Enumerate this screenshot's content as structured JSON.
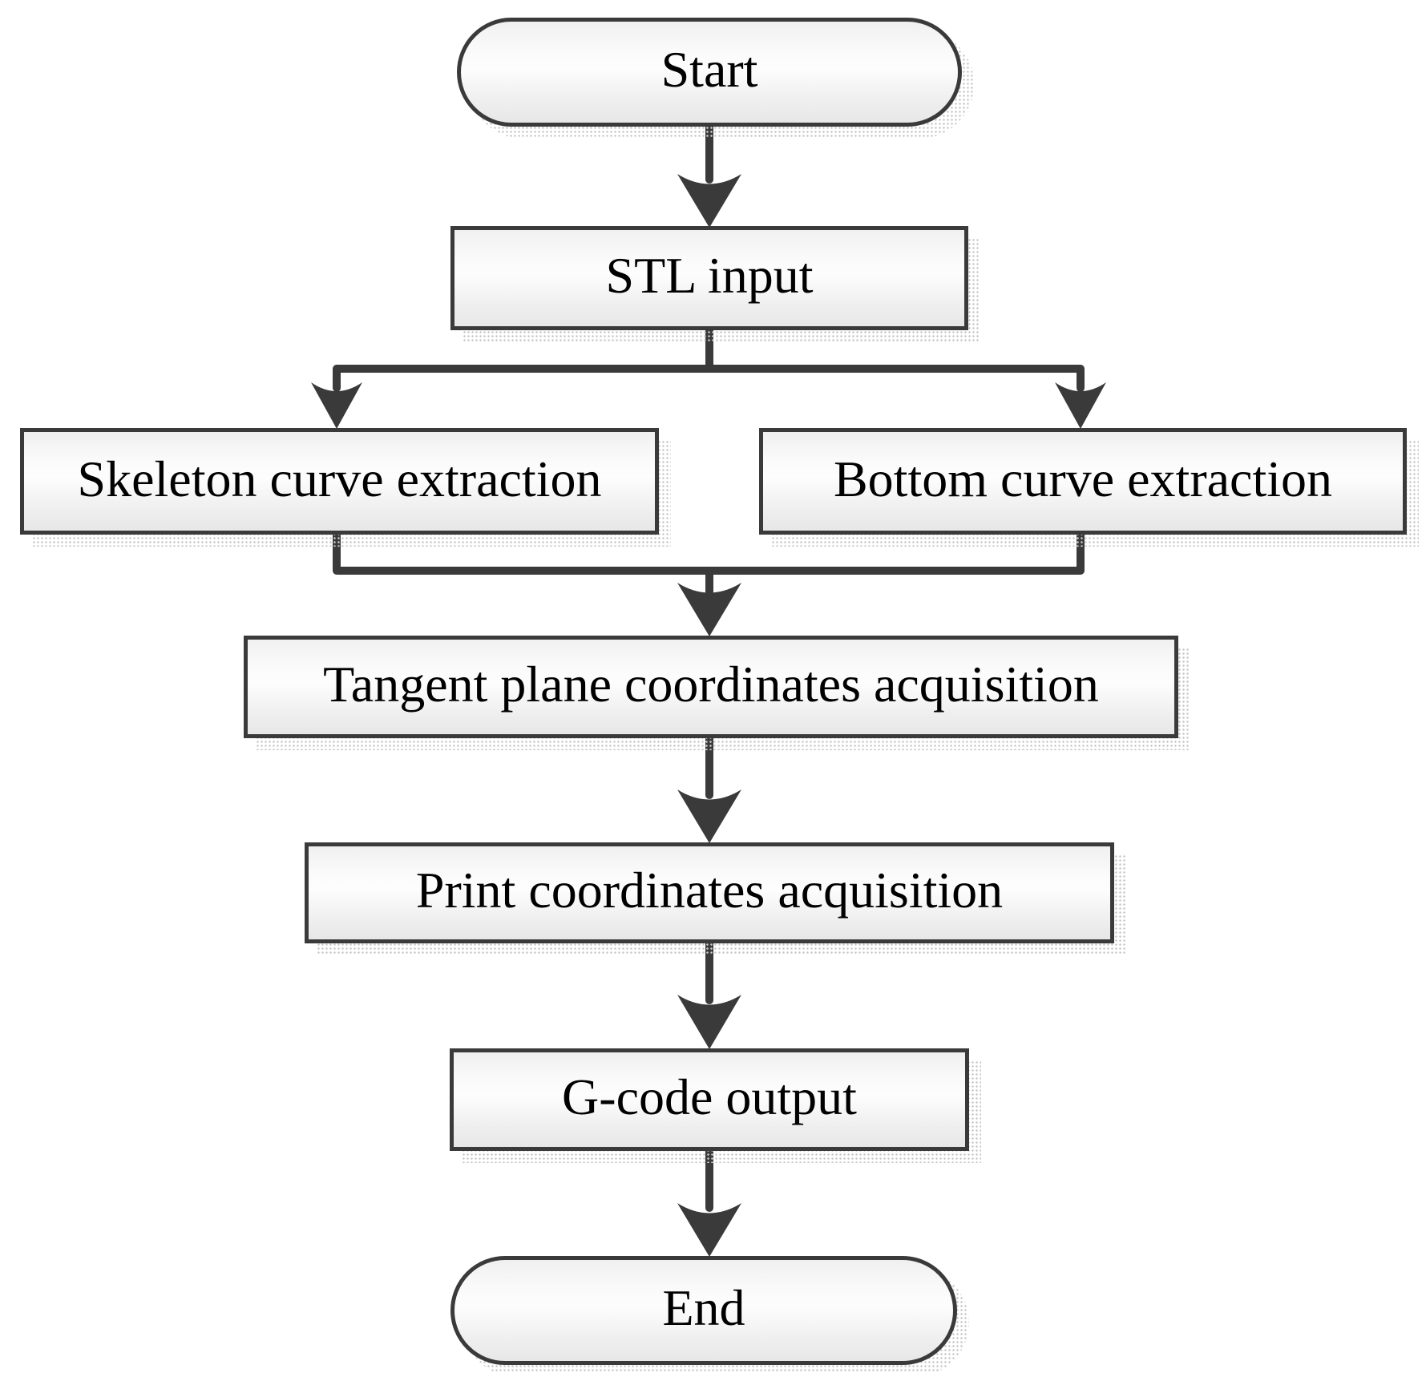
{
  "diagram": {
    "type": "flowchart",
    "description": "Toolpath generation process flowchart from STL input to G-code output",
    "direction": "top-to-bottom"
  },
  "nodes": {
    "start": {
      "label": "Start",
      "shape": "terminator"
    },
    "stl": {
      "label": "STL input",
      "shape": "process"
    },
    "skeleton": {
      "label": "Skeleton curve extraction",
      "shape": "process"
    },
    "bottom": {
      "label": "Bottom curve extraction",
      "shape": "process"
    },
    "tangent": {
      "label": "Tangent plane coordinates acquisition",
      "shape": "process"
    },
    "print": {
      "label": "Print coordinates acquisition",
      "shape": "process"
    },
    "gcode": {
      "label": "G-code output",
      "shape": "process"
    },
    "end": {
      "label": "End",
      "shape": "terminator"
    }
  },
  "edges": [
    {
      "from": "start",
      "to": "stl"
    },
    {
      "from": "stl",
      "to": "skeleton"
    },
    {
      "from": "stl",
      "to": "bottom"
    },
    {
      "from": "skeleton",
      "to": "tangent"
    },
    {
      "from": "bottom",
      "to": "tangent"
    },
    {
      "from": "tangent",
      "to": "print"
    },
    {
      "from": "print",
      "to": "gcode"
    },
    {
      "from": "gcode",
      "to": "end"
    }
  ],
  "colors": {
    "line": "#3a3a3a",
    "node_border": "#3a3a3a",
    "node_fill_top": "#f0f0f0",
    "node_fill_bottom": "#e7e7e7",
    "text": "#000000",
    "shadow": "#c9c9c9",
    "background": "#ffffff"
  }
}
